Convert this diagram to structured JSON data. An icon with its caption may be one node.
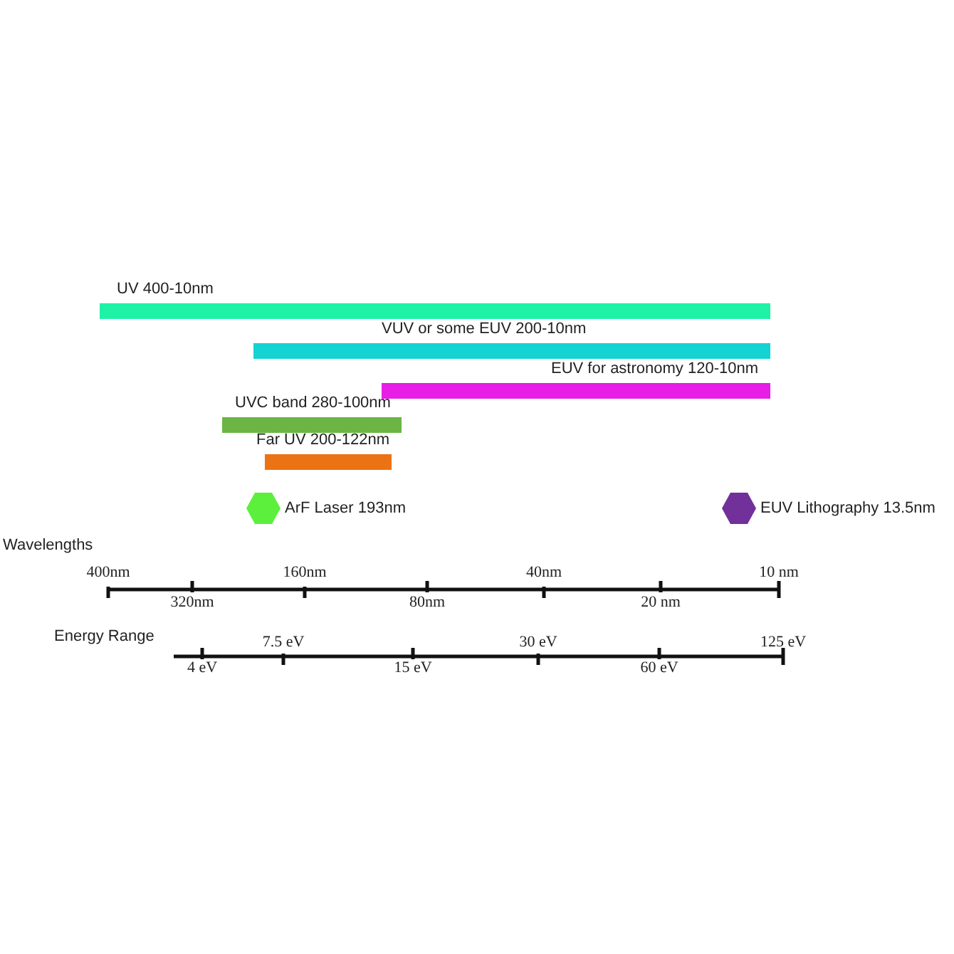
{
  "diagram": {
    "nodes": [
      {
        "text": [
          "UV 400-10nm"
        ]
      },
      {
        "text": [
          "VUV or some EUV 200-10nm"
        ]
      },
      {
        "text": [
          "EUV for astronomy 120-10nm"
        ]
      },
      {
        "text": [
          "UVC band 280-100nm"
        ]
      },
      {
        "text": [
          "Far UV 200-122nm"
        ]
      },
      {
        "text": [
          "ArF Laser 193nm"
        ]
      },
      {
        "text": [
          "EUV Lithography 13.5nm"
        ]
      }
    ],
    "labels": [
      "Wavelengths",
      "400nm",
      "160nm",
      "40nm",
      "10 nm",
      "320nm",
      "80nm",
      "20 nm",
      "Energy Range",
      "7.5 eV",
      "30 eV",
      "125 eV",
      "4 eV",
      "15 eV",
      "60 eV"
    ]
  }
}
